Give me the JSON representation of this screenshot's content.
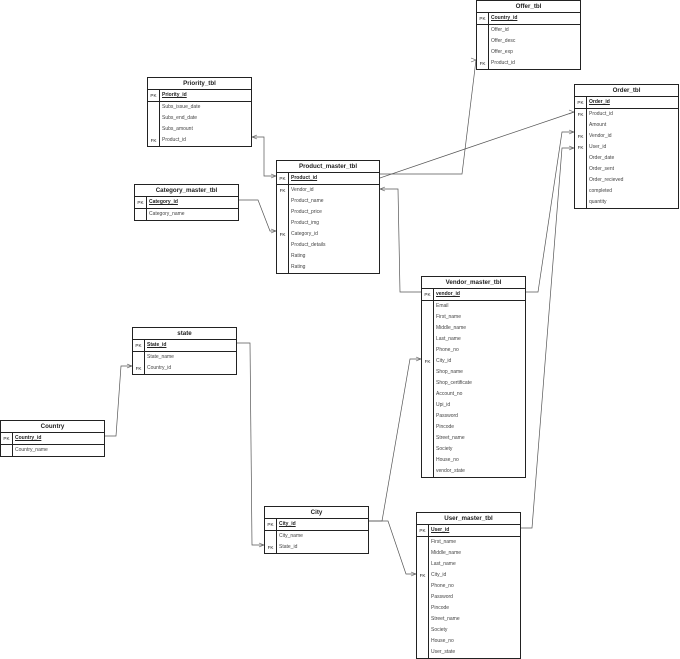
{
  "tables": [
    {
      "id": "offer",
      "name": "Offer_tbl",
      "pk_field": "Country_id",
      "fields": [
        {
          "key": "",
          "name": "Offer_id"
        },
        {
          "key": "",
          "name": "Offer_desc"
        },
        {
          "key": "",
          "name": "Offer_exp"
        },
        {
          "key": "FK",
          "name": "Product_id"
        }
      ]
    },
    {
      "id": "order",
      "name": "Order_tbl",
      "pk_field": "Order_id",
      "fields": [
        {
          "key": "FK",
          "name": "Product_id"
        },
        {
          "key": "",
          "name": "Amount"
        },
        {
          "key": "FK",
          "name": "Vendor_id"
        },
        {
          "key": "FK",
          "name": "User_id"
        },
        {
          "key": "",
          "name": "Order_date"
        },
        {
          "key": "",
          "name": "Order_sent"
        },
        {
          "key": "",
          "name": "Order_recieved"
        },
        {
          "key": "",
          "name": "completed"
        },
        {
          "key": "",
          "name": "quantity"
        }
      ]
    },
    {
      "id": "priority",
      "name": "Priority_tbl",
      "pk_field": "Priority_id",
      "fields": [
        {
          "key": "",
          "name": "Subs_issue_date"
        },
        {
          "key": "",
          "name": "Subs_end_date"
        },
        {
          "key": "",
          "name": "Subs_amount"
        },
        {
          "key": "FK",
          "name": "Product_id"
        }
      ]
    },
    {
      "id": "product",
      "name": "Product_master_tbl",
      "pk_field": "Product_id",
      "fields": [
        {
          "key": "FK",
          "name": "Vendor_id"
        },
        {
          "key": "",
          "name": "Product_name"
        },
        {
          "key": "",
          "name": "Product_price"
        },
        {
          "key": "",
          "name": "Product_img"
        },
        {
          "key": "FK",
          "name": "Category_id"
        },
        {
          "key": "",
          "name": "Product_details"
        },
        {
          "key": "",
          "name": "Rating"
        },
        {
          "key": "",
          "name": "Rating"
        }
      ]
    },
    {
      "id": "category",
      "name": "Category_master_tbl",
      "pk_field": "Category_id",
      "fields": [
        {
          "key": "",
          "name": "Category_name"
        }
      ]
    },
    {
      "id": "vendor",
      "name": "Vendor_master_tbl",
      "pk_field": "vendor_id",
      "fields": [
        {
          "key": "",
          "name": "Email"
        },
        {
          "key": "",
          "name": "First_name"
        },
        {
          "key": "",
          "name": "Middle_name"
        },
        {
          "key": "",
          "name": "Last_name"
        },
        {
          "key": "",
          "name": "Phone_no"
        },
        {
          "key": "FK",
          "name": "City_id"
        },
        {
          "key": "",
          "name": "Shop_name"
        },
        {
          "key": "",
          "name": "Shop_certificate"
        },
        {
          "key": "",
          "name": "Account_no"
        },
        {
          "key": "",
          "name": "Upi_id"
        },
        {
          "key": "",
          "name": "Password"
        },
        {
          "key": "",
          "name": "Pincode"
        },
        {
          "key": "",
          "name": "Street_name"
        },
        {
          "key": "",
          "name": "Society"
        },
        {
          "key": "",
          "name": "House_no"
        },
        {
          "key": "",
          "name": "vendor_state"
        }
      ]
    },
    {
      "id": "state",
      "name": "state",
      "pk_field": "State_id",
      "fields": [
        {
          "key": "",
          "name": "State_name"
        },
        {
          "key": "FK",
          "name": "Country_id"
        }
      ]
    },
    {
      "id": "country",
      "name": "Country",
      "pk_field": "Country_id",
      "fields": [
        {
          "key": "",
          "name": "Country_name"
        }
      ]
    },
    {
      "id": "city",
      "name": "City",
      "pk_field": "City_id",
      "fields": [
        {
          "key": "",
          "name": "City_name"
        },
        {
          "key": "FK",
          "name": "State_id"
        }
      ]
    },
    {
      "id": "user",
      "name": "User_master_tbl",
      "pk_field": "User_id",
      "fields": [
        {
          "key": "",
          "name": "First_name"
        },
        {
          "key": "",
          "name": "Middle_name"
        },
        {
          "key": "",
          "name": "Last_name"
        },
        {
          "key": "FK",
          "name": "City_id"
        },
        {
          "key": "",
          "name": "Phone_no"
        },
        {
          "key": "",
          "name": "Password"
        },
        {
          "key": "",
          "name": "Pincode"
        },
        {
          "key": "",
          "name": "Street_name"
        },
        {
          "key": "",
          "name": "Society"
        },
        {
          "key": "",
          "name": "House_no"
        },
        {
          "key": "",
          "name": "User_state"
        }
      ]
    }
  ],
  "pk_label": "PK"
}
